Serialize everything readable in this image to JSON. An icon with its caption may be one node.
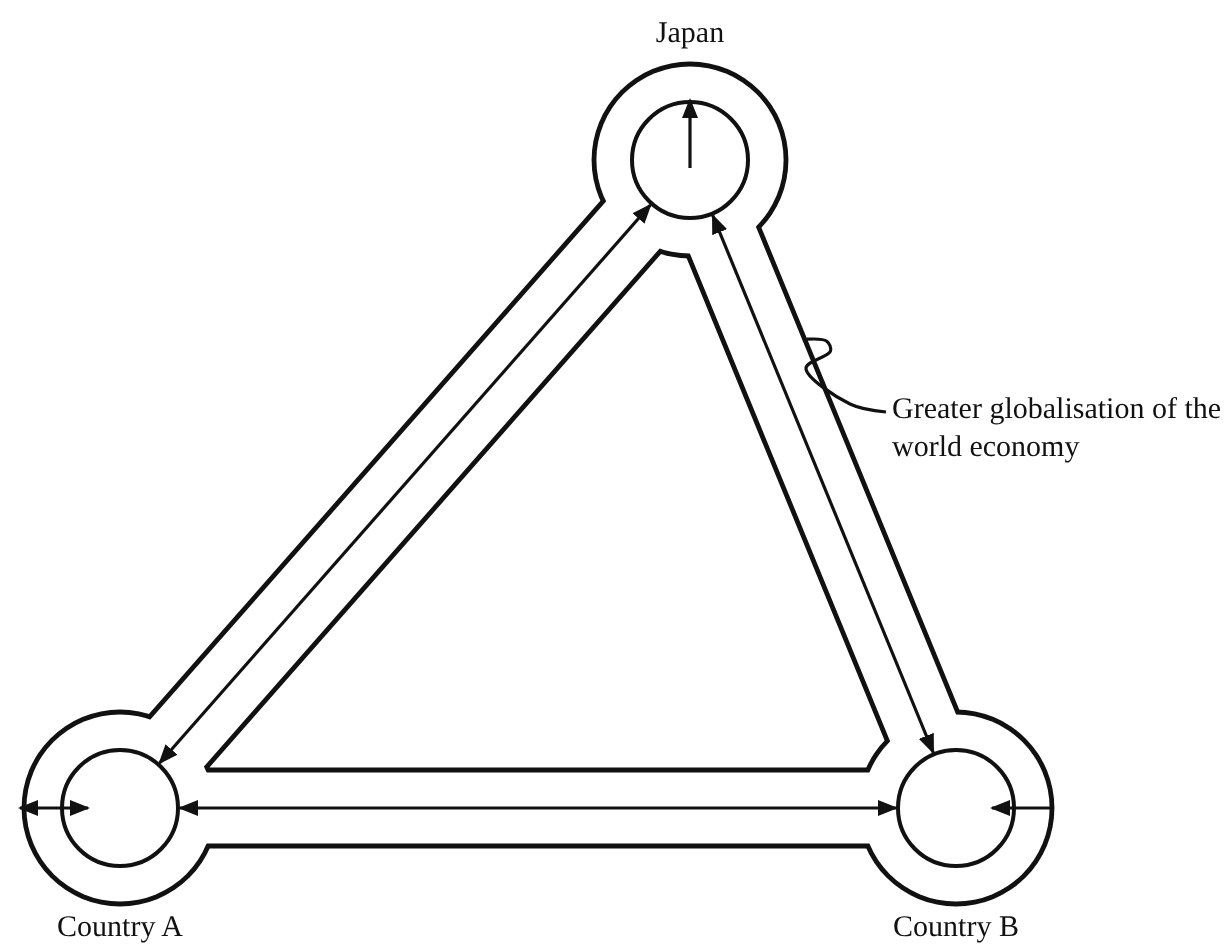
{
  "diagram": {
    "nodes": [
      {
        "text": [],
        "shape": "band"
      },
      {
        "text": [
          "Japan"
        ],
        "in": 0
      },
      {
        "text": [
          "Country A"
        ],
        "in": 0
      },
      {
        "text": [
          "Country B"
        ],
        "in": 0
      },
      {
        "text": [
          "Greater globalisation of the world economy"
        ]
      }
    ],
    "edges": [
      {
        "from": 2,
        "to": 1,
        "arrow": "both"
      },
      {
        "from": 1,
        "to": 3,
        "arrow": "both"
      },
      {
        "from": 2,
        "to": 3,
        "arrow": "both"
      },
      {
        "from": null,
        "to": 1,
        "arrow": "to"
      },
      {
        "from": null,
        "to": 2,
        "arrow": "both"
      },
      {
        "from": null,
        "to": 3,
        "arrow": "to"
      },
      {
        "from": 4,
        "to": 0,
        "arrow": "none"
      }
    ]
  }
}
